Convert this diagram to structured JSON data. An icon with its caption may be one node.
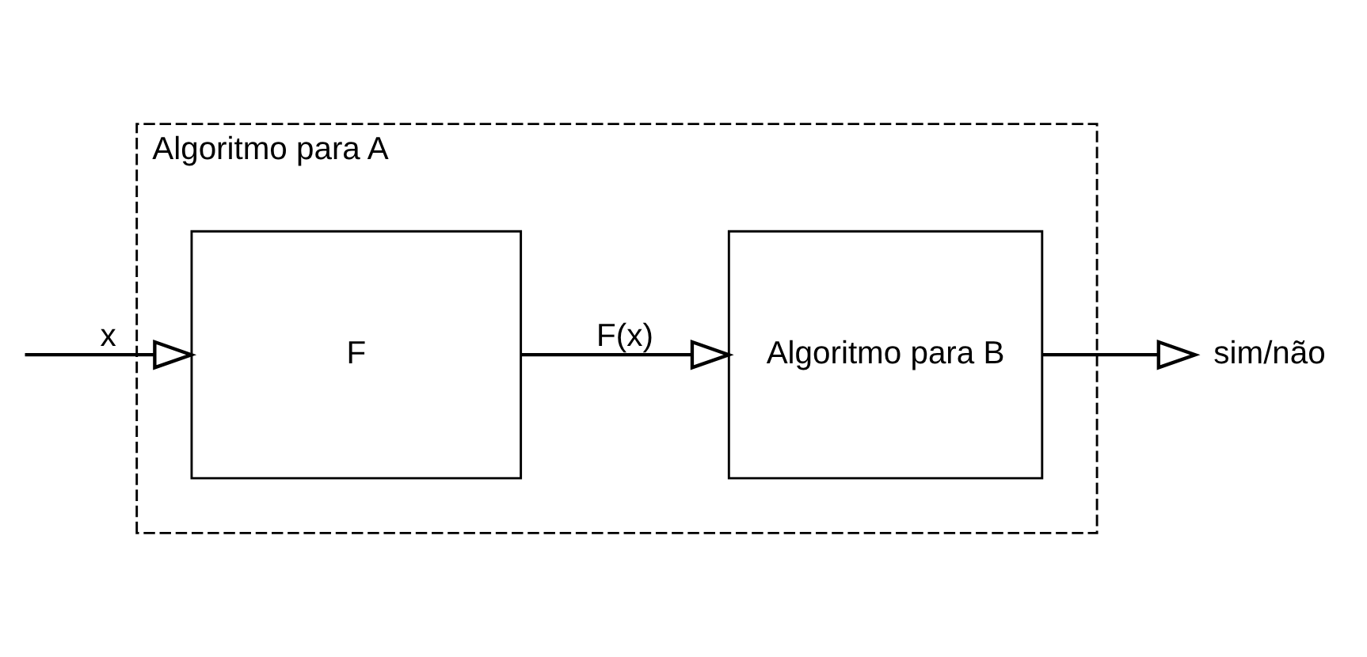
{
  "diagram": {
    "nodes": [
      {
        "text": [
          "Algoritmo para A"
        ]
      },
      {
        "text": [
          "F"
        ],
        "in": 0
      },
      {
        "text": [
          "Algoritmo para B"
        ],
        "in": 0
      },
      {
        "text": [
          "sim/não"
        ]
      }
    ],
    "edges": [
      {
        "from": null,
        "to": 1,
        "arrow": "to",
        "label": "x"
      },
      {
        "from": 1,
        "to": 2,
        "arrow": "to",
        "label": "F(x)"
      },
      {
        "from": 2,
        "to": 3,
        "arrow": "to"
      }
    ]
  }
}
